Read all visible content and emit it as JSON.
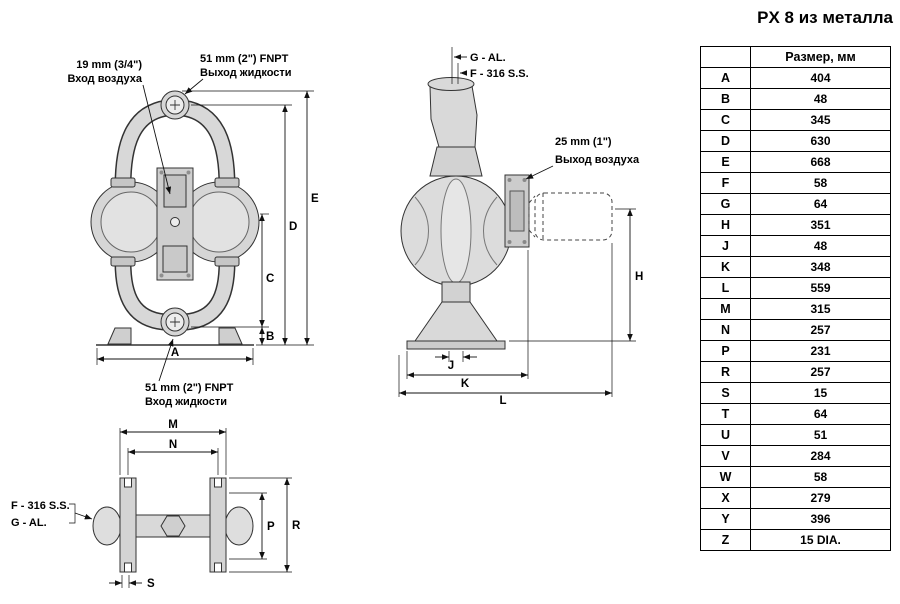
{
  "title": "PX 8 из металла",
  "table": {
    "header": "Размер, мм",
    "rows": [
      {
        "dim": "A",
        "value": "404"
      },
      {
        "dim": "B",
        "value": "48"
      },
      {
        "dim": "C",
        "value": "345"
      },
      {
        "dim": "D",
        "value": "630"
      },
      {
        "dim": "E",
        "value": "668"
      },
      {
        "dim": "F",
        "value": "58"
      },
      {
        "dim": "G",
        "value": "64"
      },
      {
        "dim": "H",
        "value": "351"
      },
      {
        "dim": "J",
        "value": "48"
      },
      {
        "dim": "K",
        "value": "348"
      },
      {
        "dim": "L",
        "value": "559"
      },
      {
        "dim": "M",
        "value": "315"
      },
      {
        "dim": "N",
        "value": "257"
      },
      {
        "dim": "P",
        "value": "231"
      },
      {
        "dim": "R",
        "value": "257"
      },
      {
        "dim": "S",
        "value": "15"
      },
      {
        "dim": "T",
        "value": "64"
      },
      {
        "dim": "U",
        "value": "51"
      },
      {
        "dim": "V",
        "value": "284"
      },
      {
        "dim": "W",
        "value": "58"
      },
      {
        "dim": "X",
        "value": "279"
      },
      {
        "dim": "Y",
        "value": "396"
      },
      {
        "dim": "Z",
        "value": "15 DIA."
      }
    ]
  },
  "front_view": {
    "air_inlet": {
      "size": "19 mm (3/4\")",
      "label": "Вход воздуха"
    },
    "liquid_outlet": {
      "size": "51 mm (2\") FNPT",
      "label": "Выход жидкости"
    },
    "liquid_inlet": {
      "size": "51 mm (2\") FNPT",
      "label": "Вход жидкости"
    }
  },
  "side_view": {
    "material_g": "G - AL.",
    "material_f": "F - 316 S.S.",
    "air_outlet": {
      "size": "25 mm (1\")",
      "label": "Выход воздуха"
    }
  },
  "bottom_view": {
    "material_f": "F - 316 S.S.",
    "material_g": "G - AL."
  },
  "dim_letters": {
    "A": "A",
    "B": "B",
    "C": "C",
    "D": "D",
    "E": "E",
    "H": "H",
    "J": "J",
    "K": "K",
    "L": "L",
    "M": "M",
    "N": "N",
    "P": "P",
    "R": "R",
    "S": "S"
  }
}
